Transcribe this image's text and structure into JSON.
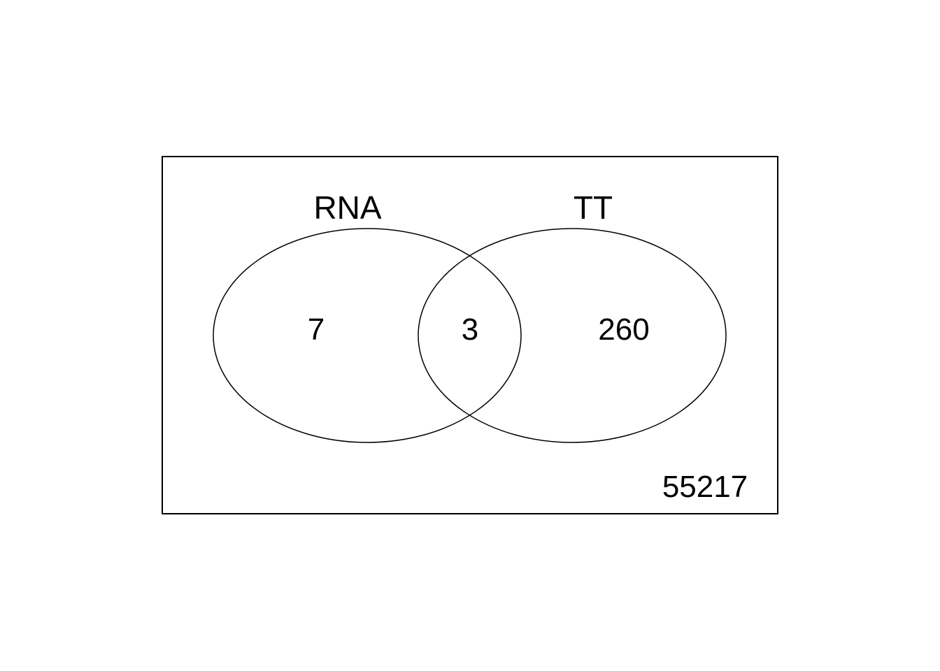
{
  "diagram": {
    "type": "venn",
    "sets": [
      {
        "name": "RNA"
      },
      {
        "name": "TT"
      }
    ],
    "regions": {
      "only_rna": "7",
      "both": "3",
      "only_tt": "260",
      "neither": "55217"
    },
    "colors": {
      "stroke": "#000000",
      "background": "#ffffff"
    }
  }
}
